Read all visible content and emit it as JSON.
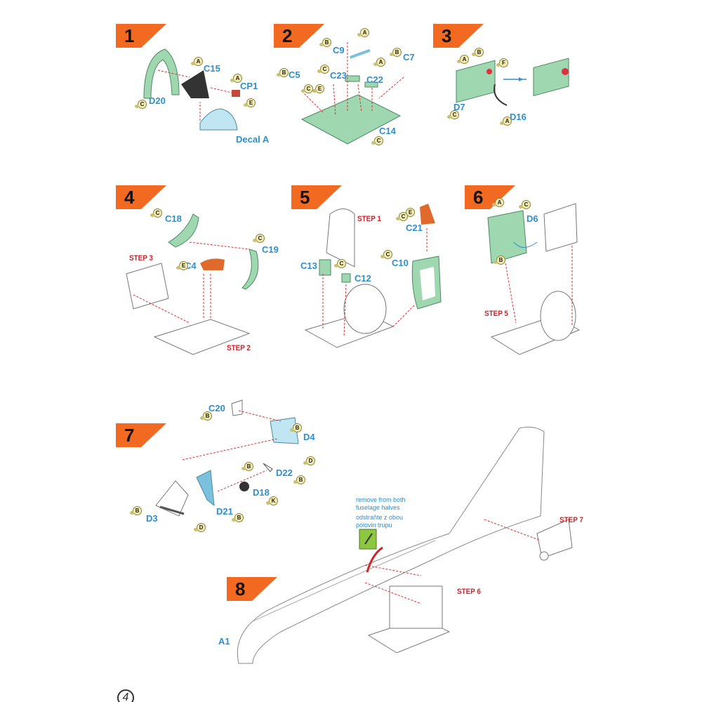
{
  "steps": [
    {
      "number": "1",
      "labels": [
        "C15",
        "CP1",
        "D20",
        "Decal A"
      ],
      "bubbles": [
        "A",
        "A",
        "E",
        "C"
      ]
    },
    {
      "number": "2",
      "labels": [
        "C9",
        "C7",
        "C5",
        "C23",
        "C22",
        "C14"
      ],
      "bubbles": [
        "A",
        "B",
        "B",
        "A",
        "B",
        "C",
        "E",
        "C",
        "C"
      ]
    },
    {
      "number": "3",
      "labels": [
        "D7",
        "D16"
      ],
      "bubbles": [
        "A",
        "B",
        "F",
        "A",
        "C"
      ]
    },
    {
      "number": "4",
      "labels": [
        "C18",
        "C19",
        "C4"
      ],
      "bubbles": [
        "C",
        "C",
        "E"
      ],
      "refs": [
        "STEP 3",
        "STEP 2"
      ]
    },
    {
      "number": "5",
      "labels": [
        "C21",
        "C13",
        "C12",
        "C10"
      ],
      "bubbles": [
        "E",
        "C",
        "C",
        "C"
      ],
      "refs": [
        "STEP 1"
      ]
    },
    {
      "number": "6",
      "labels": [
        "D6"
      ],
      "bubbles": [
        "A",
        "C",
        "B"
      ],
      "refs": [
        "STEP 5"
      ]
    },
    {
      "number": "7",
      "labels": [
        "C20",
        "D4",
        "D22",
        "D18",
        "D3",
        "D21"
      ],
      "bubbles": [
        "B",
        "B",
        "D",
        "B",
        "B",
        "K",
        "B",
        "D",
        "B"
      ]
    },
    {
      "number": "8",
      "labels": [
        "A1"
      ],
      "refs": [
        "STEP 6",
        "STEP 7"
      ],
      "note": {
        "en_line1": "remove from both",
        "en_line2": "fuselage halves",
        "cz_line1": "odstraňte z obou",
        "cz_line2": "polovin trupu"
      }
    }
  ],
  "footer": {
    "symbol": "4"
  },
  "colors": {
    "flag": "#f26a21",
    "label": "#2e8fd0",
    "step_ref": "#d2232a",
    "part_green": "#9fd8b0",
    "part_orange": "#e06a2c"
  }
}
